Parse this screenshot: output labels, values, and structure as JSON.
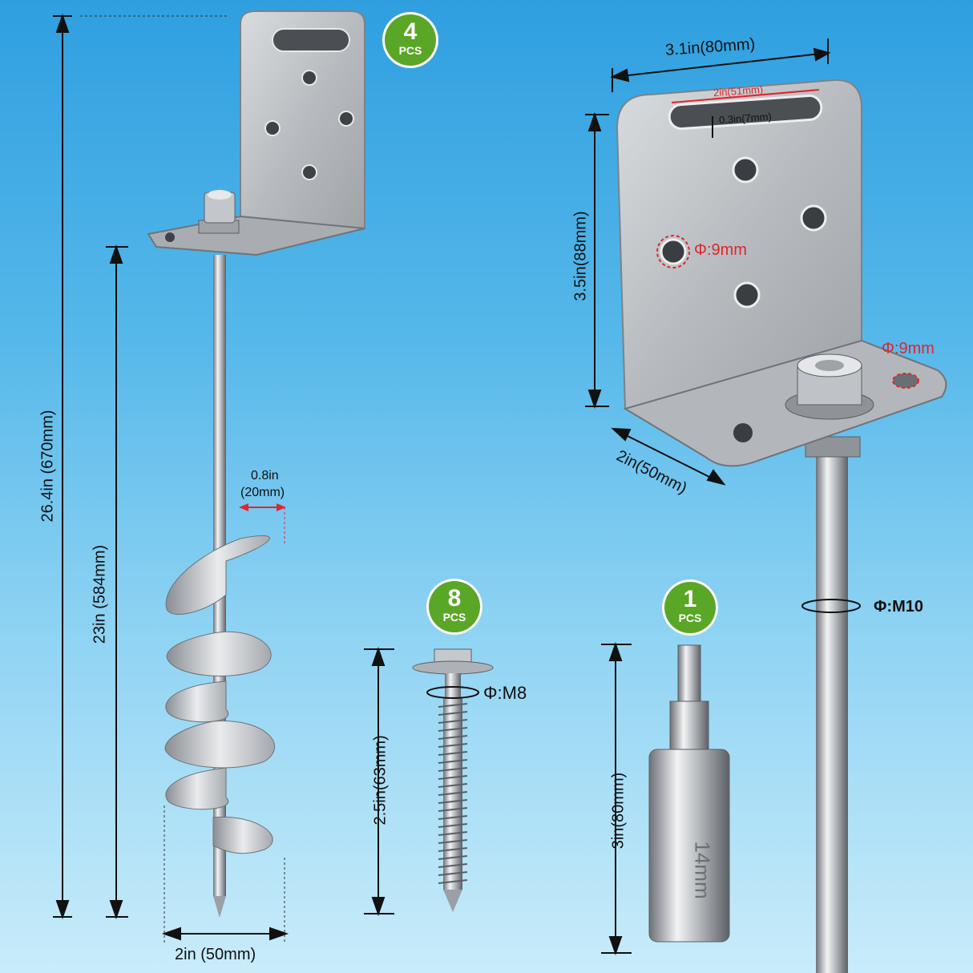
{
  "badges": {
    "anchor": {
      "count": "4",
      "unit": "PCS"
    },
    "screw": {
      "count": "8",
      "unit": "PCS"
    },
    "socket": {
      "count": "1",
      "unit": "PCS"
    }
  },
  "anchor": {
    "total_length": "26.4in (670mm)",
    "shaft_length": "23in (584mm)",
    "blade_width": "0.8in",
    "blade_width_mm": "(20mm)",
    "helix_diameter": "2in (50mm)"
  },
  "bracket": {
    "width": "3.1in(80mm)",
    "slot_length": "2in(51mm)",
    "slot_height": "0.3in(7mm)",
    "height": "3.5in(88mm)",
    "hole_diameter": "Φ:9mm",
    "base_hole_diameter": "Φ:9mm",
    "depth": "2in(50mm)",
    "rod_thread": "Φ:M10"
  },
  "screw": {
    "length": "2.5in(63mm)",
    "thread": "Φ:M8"
  },
  "socket": {
    "length": "3in(80mm)",
    "size_engraving": "14mm"
  },
  "colors": {
    "badge_green": "#5aa626",
    "dimension_red": "#e0262d",
    "steel": "#c8cbcf"
  }
}
